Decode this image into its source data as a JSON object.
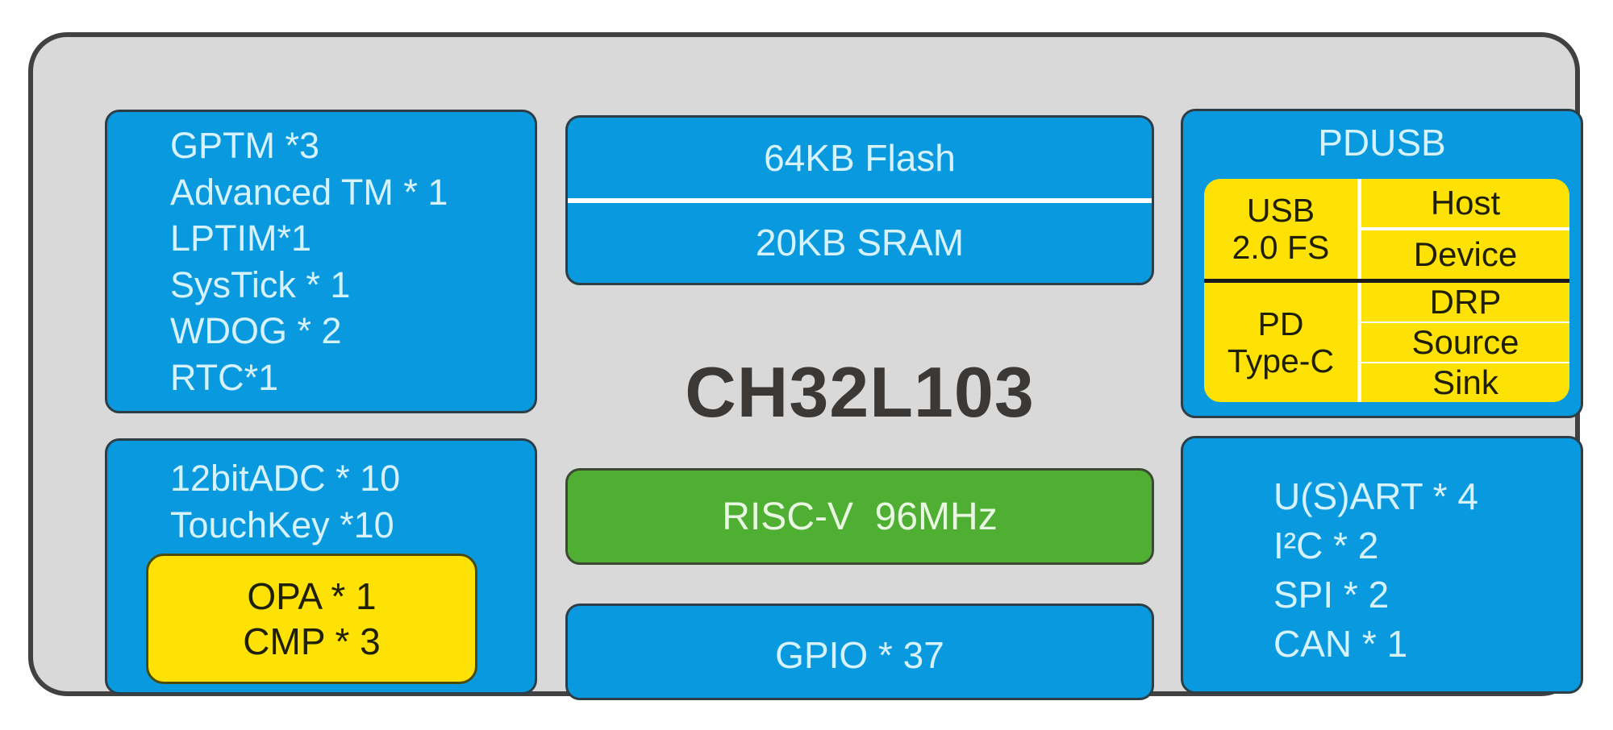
{
  "diagram": {
    "title": "CH32L103",
    "timers": {
      "items": [
        "GPTM *3",
        "Advanced TM * 1",
        "LPTIM*1",
        "SysTick * 1",
        "WDOG * 2",
        "RTC*1"
      ]
    },
    "memory": {
      "flash": "64KB Flash",
      "sram": "20KB SRAM"
    },
    "analog": {
      "items": [
        "12bitADC * 10",
        "TouchKey *10"
      ],
      "inner": [
        "OPA * 1",
        "CMP * 3"
      ]
    },
    "core": {
      "label": "RISC-V  96MHz"
    },
    "gpio": {
      "label": "GPIO * 37"
    },
    "pdusb": {
      "title": "PDUSB",
      "usb": {
        "label_line1": "USB",
        "label_line2": "2.0 FS",
        "modes": [
          "Host",
          "Device"
        ]
      },
      "pd": {
        "label_line1": "PD",
        "label_line2": "Type-C",
        "modes": [
          "DRP",
          "Source",
          "Sink"
        ]
      }
    },
    "comms": {
      "items": [
        "U(S)ART * 4",
        "I²C * 2",
        "SPI * 2",
        "CAN * 1"
      ]
    }
  },
  "colors": {
    "block_blue": "#0999df",
    "block_green": "#4faf33",
    "block_yellow": "#ffe205",
    "panel_gray": "#d9d9d9",
    "border_dark": "#414141",
    "text_light": "#d6f2fc",
    "text_dark": "#1f1f05",
    "title_dark": "#3b3836"
  }
}
